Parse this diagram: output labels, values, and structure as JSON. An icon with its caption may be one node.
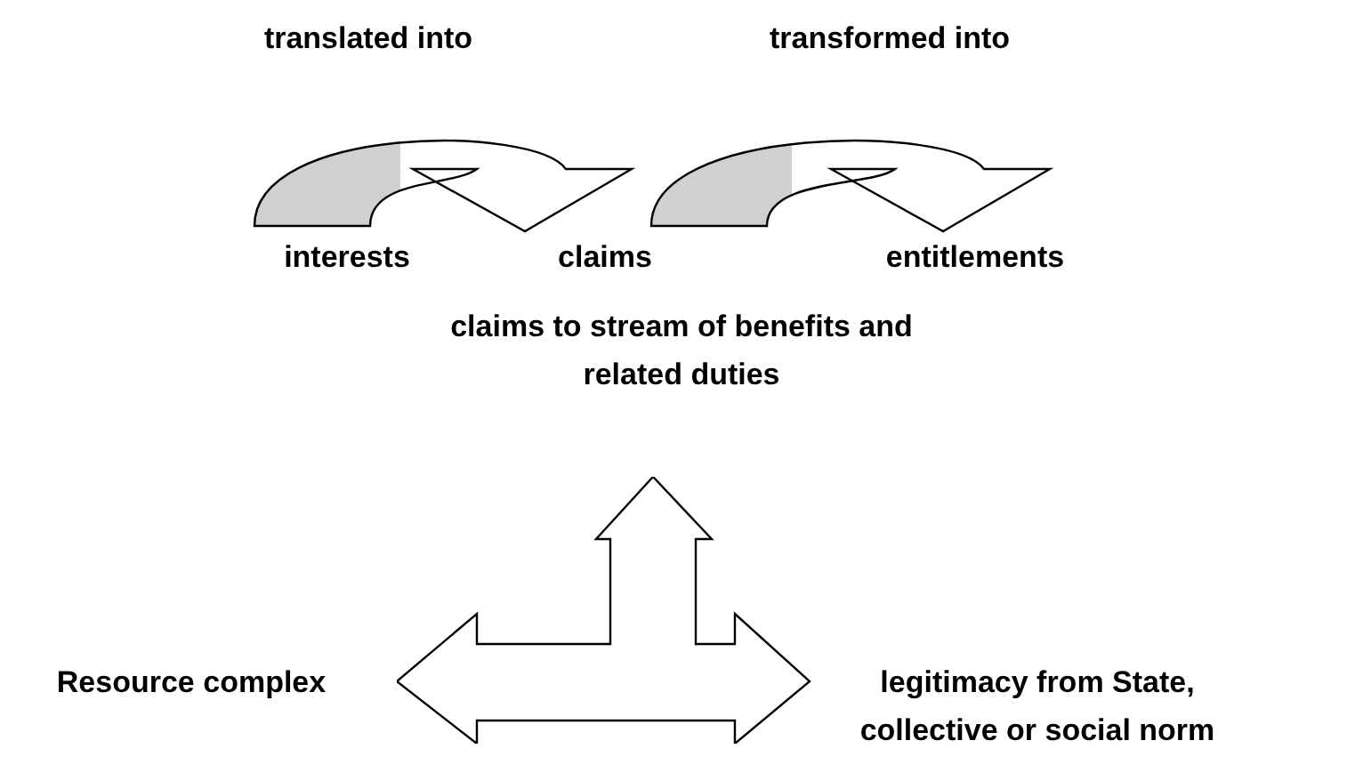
{
  "diagram": {
    "nodes": [
      {
        "text": [
          "interests"
        ]
      },
      {
        "text": [
          "claims"
        ]
      },
      {
        "text": [
          "entitlements"
        ]
      },
      {
        "text": [
          "claims to stream of benefits and related duties"
        ]
      },
      {
        "text": [
          "Resource complex"
        ]
      },
      {
        "text": [],
        "shape": "arrow"
      },
      {
        "text": [
          "legitimacy from State, collective or social norm"
        ]
      }
    ],
    "edges": [
      {
        "from": 0,
        "to": 1,
        "arrow": "to",
        "label": "translated into"
      },
      {
        "from": 1,
        "to": 2,
        "arrow": "to",
        "label": "transformed into"
      }
    ]
  }
}
